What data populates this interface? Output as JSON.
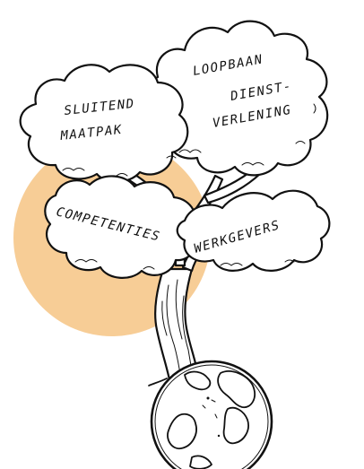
{
  "colors": {
    "highlight": "#f7cd96",
    "ink": "#111111",
    "paper": "#ffffff"
  },
  "icons": [
    "globe-icon"
  ],
  "crowns": {
    "loopbaan": {
      "lines": [
        "LOOPBAAN",
        "DIENST-",
        "VERLENING"
      ]
    },
    "sluitend": {
      "lines": [
        "SLUITEND",
        "MAATPAK"
      ]
    },
    "competenties": {
      "label": "COMPETENTIES"
    },
    "werkgevers": {
      "label": "WERKGEVERS"
    }
  }
}
